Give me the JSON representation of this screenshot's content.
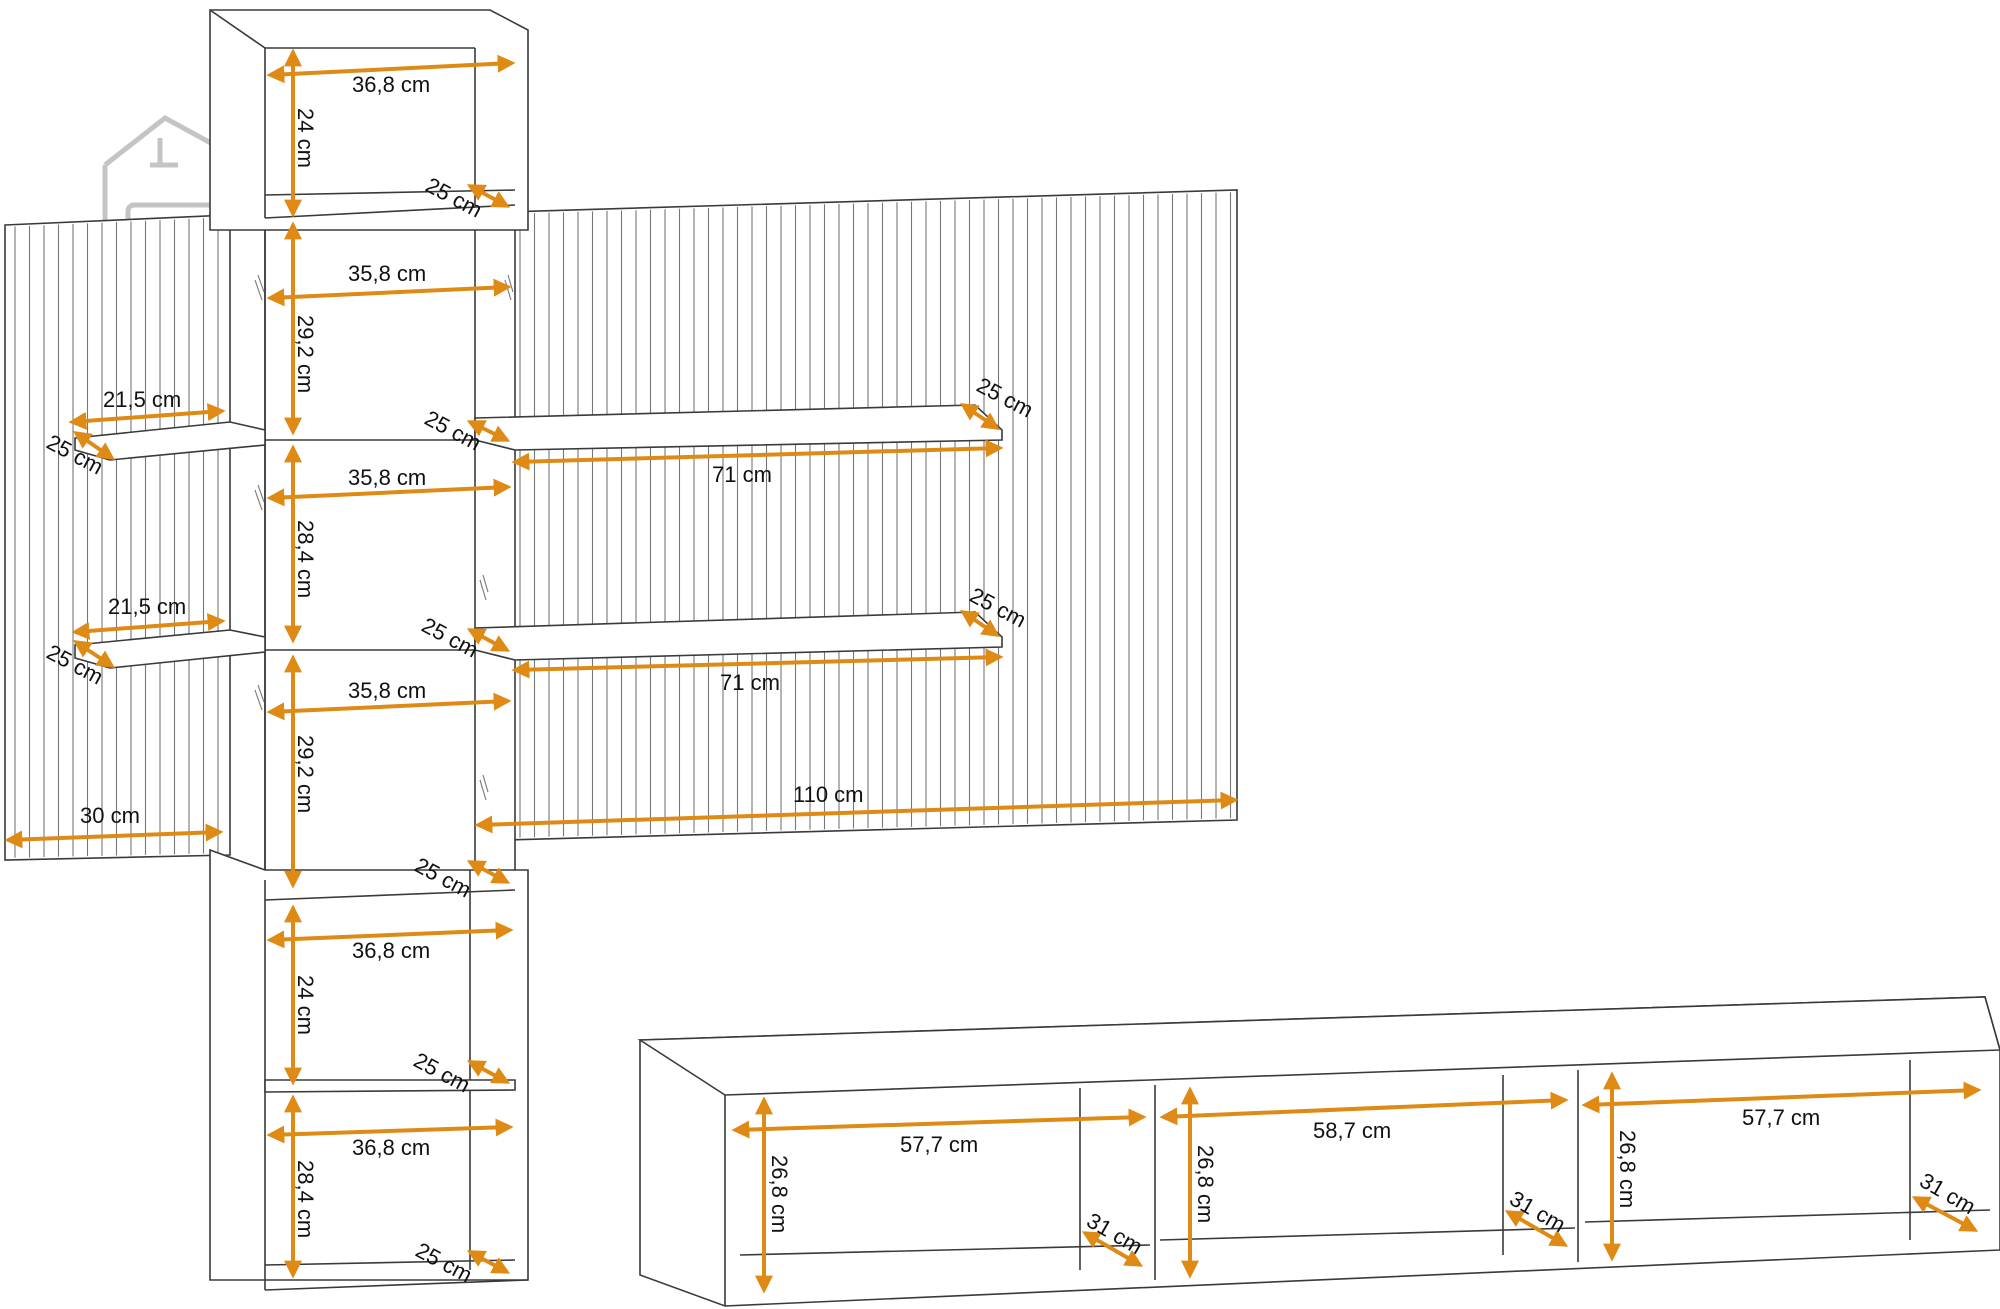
{
  "watermark": {
    "icon": "house-sofa-logo-icon"
  },
  "accent_color": "#de8a14",
  "top_cabinet": {
    "width": "36,8 cm",
    "height": "24 cm",
    "depth": "25 cm"
  },
  "glass_tower": {
    "upper": {
      "width": "35,8 cm",
      "height": "29,2 cm",
      "depth": "25 cm"
    },
    "middle": {
      "width": "35,8 cm",
      "height": "28,4 cm",
      "depth": "25 cm"
    },
    "lower": {
      "width": "35,8 cm",
      "height": "29,2 cm",
      "depth": "25 cm"
    }
  },
  "left_panel": {
    "width": "30 cm",
    "shelf1": {
      "width": "21,5 cm",
      "depth": "25 cm"
    },
    "shelf2": {
      "width": "21,5 cm",
      "depth": "25 cm"
    }
  },
  "right_panel": {
    "width": "110 cm",
    "shelf1": {
      "width": "71 cm",
      "depth": "25 cm"
    },
    "shelf2": {
      "width": "71 cm",
      "depth": "25 cm"
    }
  },
  "bottom_cabinet": {
    "upper": {
      "width": "36,8 cm",
      "height": "24 cm",
      "depth": "25 cm"
    },
    "lower": {
      "width": "36,8 cm",
      "height": "28,4 cm",
      "depth": "25 cm"
    }
  },
  "tv_stand": {
    "left": {
      "width": "57,7 cm",
      "height": "26,8 cm",
      "depth": "31 cm"
    },
    "middle": {
      "width": "58,7 cm",
      "height": "26,8 cm",
      "depth": "31 cm"
    },
    "right": {
      "width": "57,7 cm",
      "height": "26,8 cm",
      "depth": "31 cm"
    }
  }
}
